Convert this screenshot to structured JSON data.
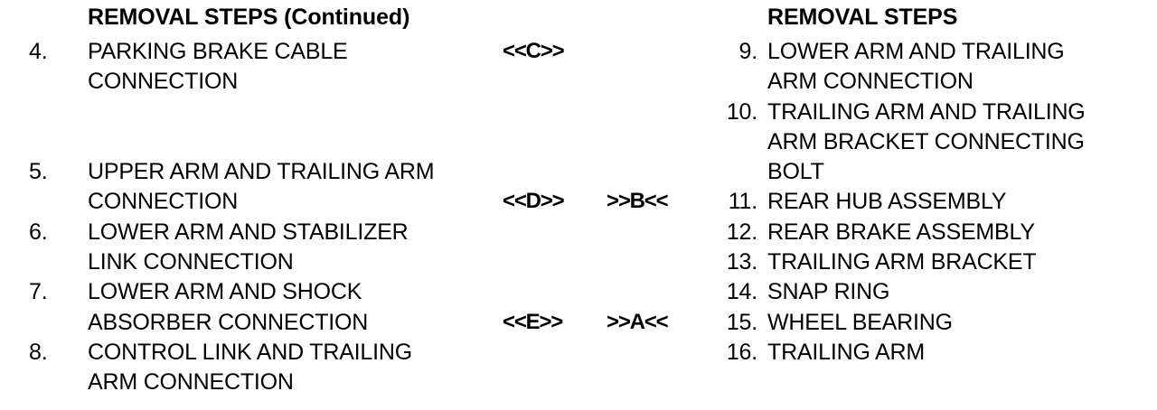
{
  "document": {
    "background_color": "#ffffff",
    "text_color": "#000000"
  },
  "left_column": {
    "heading": "REMOVAL STEPS (Continued)",
    "steps": [
      {
        "number": "4.",
        "lines": [
          "PARKING BRAKE CABLE",
          "CONNECTION"
        ]
      },
      {
        "number": "5.",
        "lines": [
          "UPPER ARM AND TRAILING ARM",
          "CONNECTION"
        ]
      },
      {
        "number": "6.",
        "lines": [
          "LOWER ARM AND STABILIZER",
          "LINK CONNECTION"
        ]
      },
      {
        "number": "7.",
        "lines": [
          "LOWER ARM AND SHOCK",
          "ABSORBER CONNECTION"
        ]
      },
      {
        "number": "8.",
        "lines": [
          "CONTROL LINK AND TRAILING",
          "ARM CONNECTION"
        ]
      }
    ]
  },
  "right_column": {
    "heading": "REMOVAL STEPS",
    "steps": [
      {
        "number": "9.",
        "lines": [
          "LOWER ARM AND TRAILING",
          "ARM CONNECTION"
        ]
      },
      {
        "number": "10.",
        "lines": [
          "TRAILING ARM AND TRAILING",
          "ARM BRACKET CONNECTING",
          "BOLT"
        ]
      },
      {
        "number": "11.",
        "lines": [
          "REAR HUB ASSEMBLY"
        ]
      },
      {
        "number": "12.",
        "lines": [
          "REAR BRAKE ASSEMBLY"
        ]
      },
      {
        "number": "13.",
        "lines": [
          "TRAILING ARM BRACKET"
        ]
      },
      {
        "number": "14.",
        "lines": [
          "SNAP RING"
        ]
      },
      {
        "number": "15.",
        "lines": [
          "WHEEL BEARING"
        ]
      },
      {
        "number": "16.",
        "lines": [
          "TRAILING ARM"
        ]
      }
    ]
  },
  "reference_markers": {
    "left_group": [
      {
        "label": "<<C>>"
      },
      {
        "label": "<<D>>"
      },
      {
        "label": "<<E>>"
      }
    ],
    "right_group": [
      {
        "label": ">>B<<"
      },
      {
        "label": ">>A<<"
      }
    ]
  },
  "lines": {
    "l_head": "REMOVAL STEPS (Continued)",
    "l4_num": "4.",
    "l4_a": "PARKING BRAKE CABLE",
    "l4_b": "CONNECTION",
    "l5_num": "5.",
    "l5_a": "UPPER ARM AND TRAILING ARM",
    "l5_b": "CONNECTION",
    "l6_num": "6.",
    "l6_a": "LOWER ARM AND STABILIZER",
    "l6_b": "LINK CONNECTION",
    "l7_num": "7.",
    "l7_a": "LOWER ARM AND SHOCK",
    "l7_b": "ABSORBER CONNECTION",
    "l8_num": "8.",
    "l8_a": "CONTROL LINK AND TRAILING",
    "l8_b": "ARM CONNECTION",
    "mC": "<<C>>",
    "mD": "<<D>>",
    "mE": "<<E>>",
    "mB": ">>B<<",
    "mA": ">>A<<",
    "r_head": "REMOVAL STEPS",
    "r9_num": "9.",
    "r9_a": "LOWER ARM AND TRAILING",
    "r9_b": "ARM CONNECTION",
    "r10_num": "10.",
    "r10_a": "TRAILING ARM AND TRAILING",
    "r10_b": "ARM BRACKET CONNECTING",
    "r10_c": "BOLT",
    "r11_num": "11.",
    "r11_a": "REAR HUB ASSEMBLY",
    "r12_num": "12.",
    "r12_a": "REAR BRAKE ASSEMBLY",
    "r13_num": "13.",
    "r13_a": "TRAILING ARM BRACKET",
    "r14_num": "14.",
    "r14_a": "SNAP RING",
    "r15_num": "15.",
    "r15_a": "WHEEL BEARING",
    "r16_num": "16.",
    "r16_a": "TRAILING ARM"
  }
}
